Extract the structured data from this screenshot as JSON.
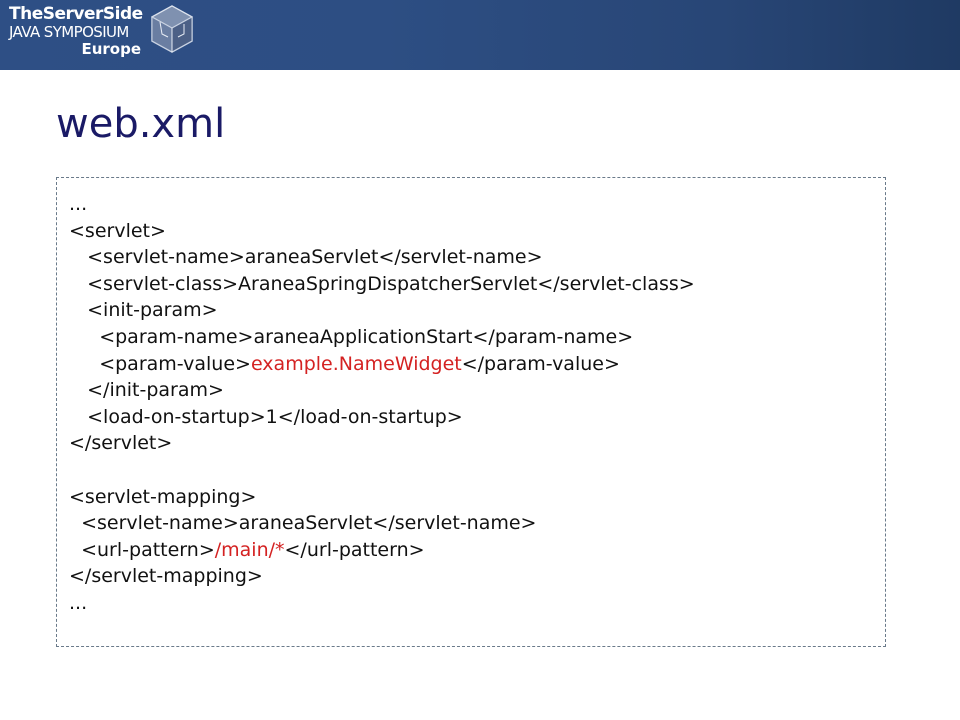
{
  "header": {
    "logo_line1": "TheServerSide",
    "logo_line2": "JAVA SYMPOSIUM",
    "logo_line3": "Europe",
    "colors": {
      "bar": "#2d4e83",
      "text": "#ffffff"
    },
    "icon": "cube-logo-icon"
  },
  "slide": {
    "title": "web.xml",
    "title_color": "#1a1a66",
    "highlight_color": "#d42222"
  },
  "code": {
    "lines": [
      {
        "indent": "",
        "before": "...",
        "highlight": "",
        "after": ""
      },
      {
        "indent": "",
        "before": "<servlet>",
        "highlight": "",
        "after": ""
      },
      {
        "indent": "   ",
        "before": "<servlet-name>araneaServlet</servlet-name>",
        "highlight": "",
        "after": ""
      },
      {
        "indent": "   ",
        "before": "<servlet-class>AraneaSpringDispatcherServlet</servlet-class>",
        "highlight": "",
        "after": ""
      },
      {
        "indent": "   ",
        "before": "<init-param>",
        "highlight": "",
        "after": ""
      },
      {
        "indent": "     ",
        "before": "<param-name>araneaApplicationStart</param-name>",
        "highlight": "",
        "after": ""
      },
      {
        "indent": "     ",
        "before": "<param-value>",
        "highlight": "example.NameWidget",
        "after": "</param-value>"
      },
      {
        "indent": "   ",
        "before": "</init-param>",
        "highlight": "",
        "after": ""
      },
      {
        "indent": "   ",
        "before": "<load-on-startup>1</load-on-startup>",
        "highlight": "",
        "after": ""
      },
      {
        "indent": "",
        "before": "</servlet>",
        "highlight": "",
        "after": ""
      },
      {
        "indent": "",
        "before": "",
        "highlight": "",
        "after": ""
      },
      {
        "indent": "",
        "before": "<servlet-mapping>",
        "highlight": "",
        "after": ""
      },
      {
        "indent": "  ",
        "before": "<servlet-name>araneaServlet</servlet-name>",
        "highlight": "",
        "after": ""
      },
      {
        "indent": "  ",
        "before": "<url-pattern>",
        "highlight": "/main/*",
        "after": "</url-pattern>"
      },
      {
        "indent": "",
        "before": "</servlet-mapping>",
        "highlight": "",
        "after": ""
      },
      {
        "indent": "",
        "before": "...",
        "highlight": "",
        "after": ""
      }
    ]
  }
}
